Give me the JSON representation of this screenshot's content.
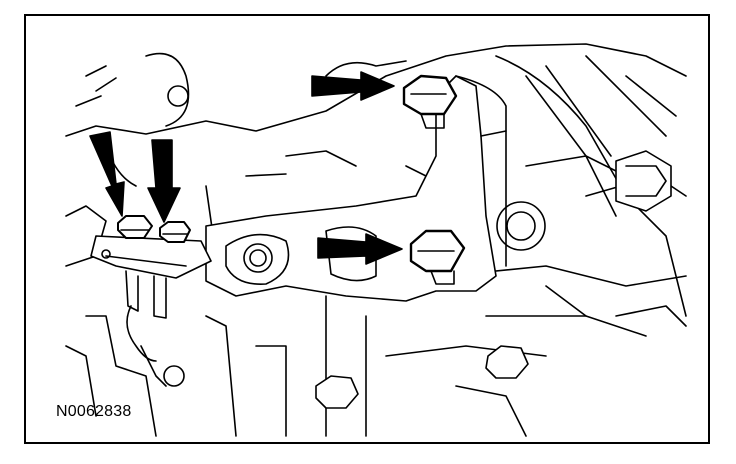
{
  "figure": {
    "id_label": "N0062838"
  },
  "colors": {
    "line": "#000000",
    "paper": "#ffffff"
  },
  "callouts": {
    "count": 4,
    "icon": "arrow-icon"
  },
  "fasteners": {
    "count": 4,
    "icon": "bolt-icon"
  }
}
